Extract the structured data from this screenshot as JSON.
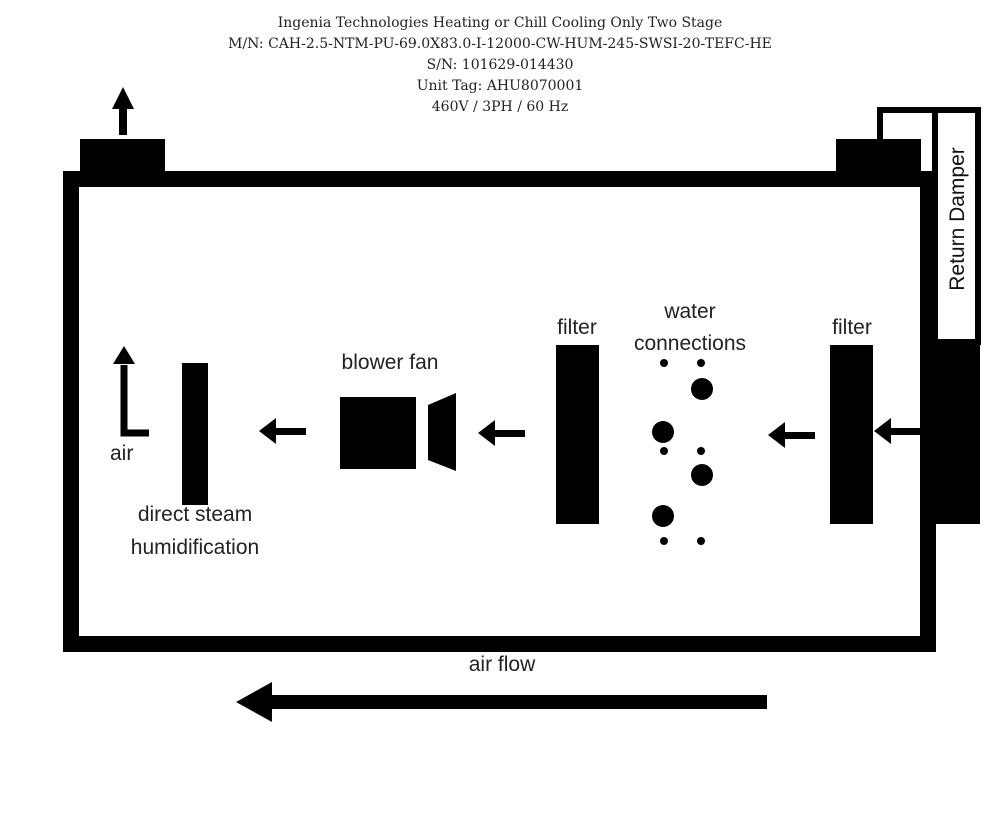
{
  "header": {
    "line1": "Ingenia Technologies  Heating or Chill Cooling Only Two Stage",
    "line2": "M/N: CAH-2.5-NTM-PU-69.0X83.0-I-12000-CW-HUM-245-SWSI-20-TEFC-HE",
    "line3": "S/N: 101629-014430",
    "line4": "Unit Tag: AHU8070001",
    "line5": "460V / 3PH / 60 Hz"
  },
  "labels": {
    "return_damper": "Return Damper",
    "filter_right": "filter",
    "filter_left": "filter",
    "water_line1": "water",
    "water_line2": "connections",
    "blower_fan": "blower fan",
    "air": "air",
    "humid_line1": "direct steam",
    "humid_line2": "humidification",
    "air_flow": "air flow"
  },
  "colors": {
    "ink": "#000000",
    "text": "#222222",
    "background": "#ffffff"
  }
}
